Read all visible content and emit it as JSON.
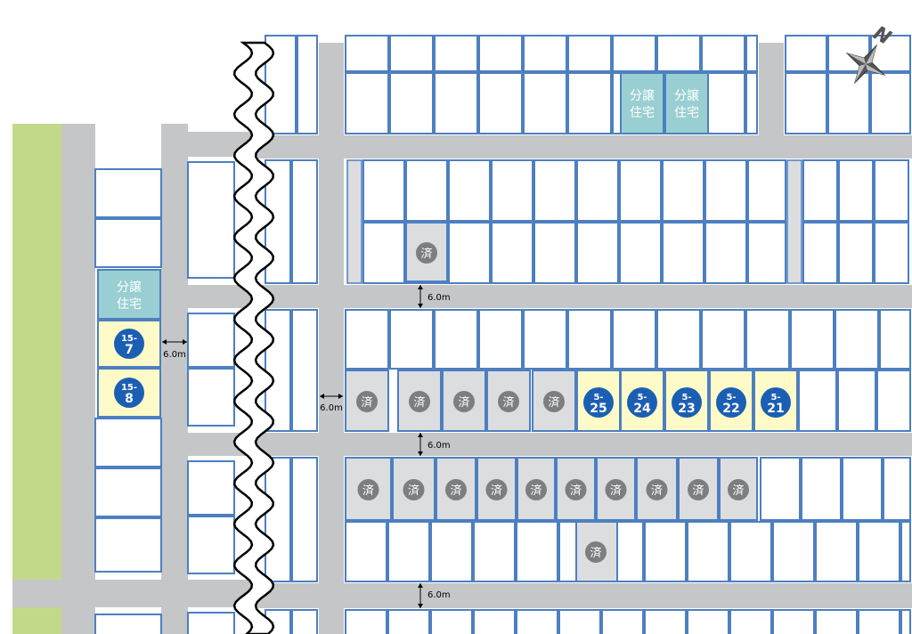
{
  "north_label": "N",
  "colors": {
    "road": "#c4c6c8",
    "road_edge": "#9fa1a3",
    "lot_border": "#4d7fc1",
    "park": "#c3d98a",
    "sold_lot": "#dcdddf",
    "available_lot": "#fffbc8",
    "housing_lot": "#99cfd2",
    "badge_blue": "#1b5fb4",
    "badge_gray": "#7d7e80"
  },
  "road_width_label": "6.0m",
  "housing_label": [
    "分譲",
    "住宅"
  ],
  "sold_label": "済",
  "available_lots": [
    {
      "line1": "15-",
      "line2": "7"
    },
    {
      "line1": "15-",
      "line2": "8"
    },
    {
      "line1": "5-",
      "line2": "25"
    },
    {
      "line1": "5-",
      "line2": "24"
    },
    {
      "line1": "5-",
      "line2": "23"
    },
    {
      "line1": "5-",
      "line2": "22"
    },
    {
      "line1": "5-",
      "line2": "21"
    }
  ]
}
